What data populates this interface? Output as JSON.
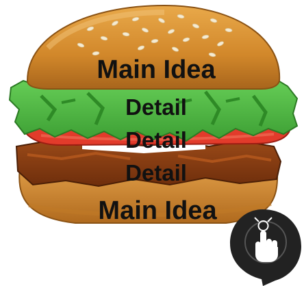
{
  "labels": {
    "top_bun": "Main Idea",
    "lettuce": "Detail",
    "tomato": "Detail",
    "patty": "Detail",
    "bottom_bun": "Main Idea"
  },
  "icons": {
    "badge": "tap-hand-icon"
  },
  "colors": {
    "bun": "#d88d2e",
    "lettuce": "#55c44a",
    "tomato": "#e23b2b",
    "patty": "#8b3d12",
    "badge": "#222222",
    "text": "#111111"
  }
}
